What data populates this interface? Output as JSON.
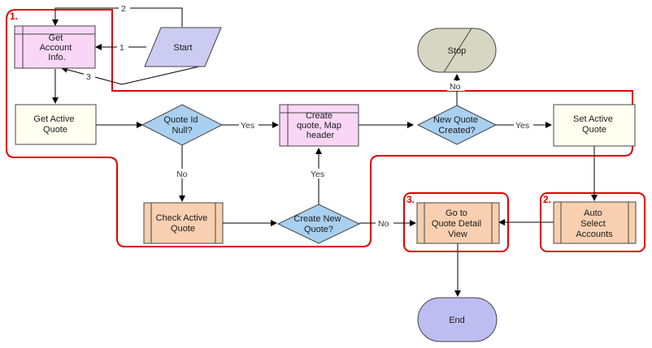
{
  "colors": {
    "region_border": "#e00000",
    "connector": "#000000",
    "start_fill": "#ccccf2",
    "end_fill": "#bdbdf2",
    "stop_fill": "#d6d6c2",
    "subprocess_pink": "#f9d6f6",
    "subprocess_orange": "#f8cfb0",
    "decision_fill": "#a9d0f0",
    "process_fill": "#fffff0"
  },
  "regions": {
    "r1": "1.",
    "r2": "2.",
    "r3": "3."
  },
  "nodes": {
    "start": "Start",
    "stop": "Stop",
    "end": "End",
    "get_account_info": [
      "Get",
      "Account",
      "Info."
    ],
    "get_active_quote": [
      "Get Active",
      "Quote"
    ],
    "quote_id_null": [
      "Quote Id",
      "Null?"
    ],
    "create_quote": [
      "Create",
      "quote, Map",
      "header"
    ],
    "new_quote_created": [
      "New Quote",
      "Created?"
    ],
    "set_active_quote": [
      "Set Active",
      "Quote"
    ],
    "check_active_quote": [
      "Check Active",
      "Quote"
    ],
    "create_new_quote": [
      "Create New",
      "Quote?"
    ],
    "go_to_quote_detail": [
      "Go to",
      "Quote Detail",
      "View"
    ],
    "auto_select_accounts": [
      "Auto",
      "Select",
      "Accounts"
    ]
  },
  "edge_labels": {
    "e1": "1",
    "e2": "2",
    "e3": "3",
    "yes_to_create": "Yes",
    "yes_to_set": "Yes",
    "no_to_stop": "No",
    "no_to_check": "No",
    "yes_up": "Yes",
    "no_to_detail": "No"
  }
}
